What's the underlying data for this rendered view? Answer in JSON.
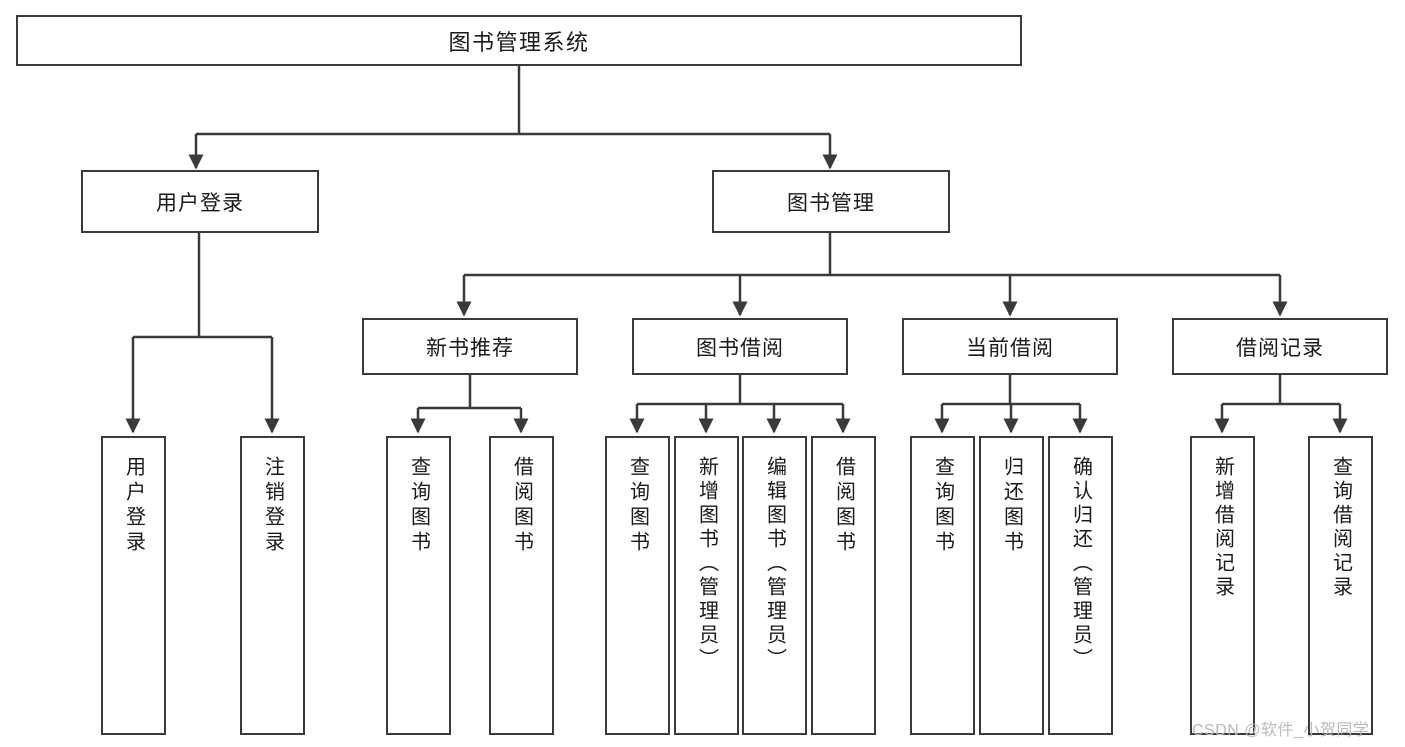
{
  "diagram": {
    "type": "tree-hierarchy",
    "title": "图书管理系统",
    "orientation": "top-down",
    "colors": {
      "box_stroke": "#3a3a3a",
      "box_fill": "#ffffff",
      "edge_stroke": "#3a3a3a",
      "text": "#1a1a1a",
      "watermark": "#b9b9b9",
      "background": "#ffffff"
    }
  },
  "root": {
    "label": "图书管理系统"
  },
  "level2": [
    {
      "id": "user-login",
      "label": "用户登录"
    },
    {
      "id": "book-manage",
      "label": "图书管理"
    }
  ],
  "level3": [
    {
      "id": "new-book-recommend",
      "label": "新书推荐",
      "parent": "book-manage"
    },
    {
      "id": "book-borrow",
      "label": "图书借阅",
      "parent": "book-manage"
    },
    {
      "id": "current-borrow",
      "label": "当前借阅",
      "parent": "book-manage"
    },
    {
      "id": "borrow-record",
      "label": "借阅记录",
      "parent": "book-manage"
    }
  ],
  "leaves": {
    "user-login": [
      {
        "id": "leaf-user-login",
        "label": "用户登录"
      },
      {
        "id": "leaf-user-logout",
        "label": "注销登录"
      }
    ],
    "new-book-recommend": [
      {
        "id": "leaf-query-book-1",
        "label": "查询图书"
      },
      {
        "id": "leaf-borrow-book-1",
        "label": "借阅图书"
      }
    ],
    "book-borrow": [
      {
        "id": "leaf-query-book-2",
        "label": "查询图书"
      },
      {
        "id": "leaf-add-book",
        "label": "新增图书（管理员）"
      },
      {
        "id": "leaf-edit-book",
        "label": "编辑图书（管理员）"
      },
      {
        "id": "leaf-borrow-book-2",
        "label": "借阅图书"
      }
    ],
    "current-borrow": [
      {
        "id": "leaf-query-book-3",
        "label": "查询图书"
      },
      {
        "id": "leaf-return-book",
        "label": "归还图书"
      },
      {
        "id": "leaf-confirm-return",
        "label": "确认归还（管理员）"
      }
    ],
    "borrow-record": [
      {
        "id": "leaf-add-record",
        "label": "新增借阅记录"
      },
      {
        "id": "leaf-query-record",
        "label": "查询借阅记录"
      }
    ]
  },
  "watermark": {
    "text": "CSDN @软件_小贺同学"
  }
}
